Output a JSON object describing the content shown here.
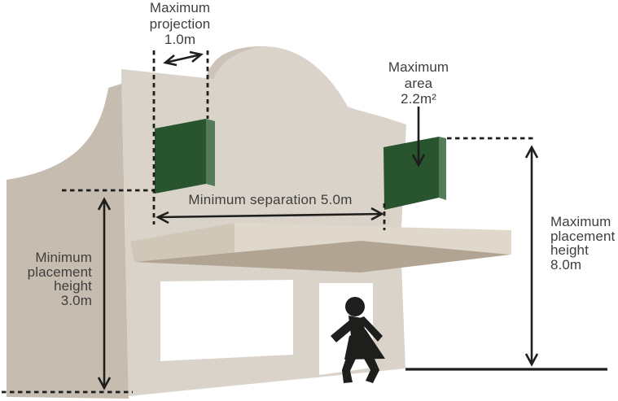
{
  "colors": {
    "background": "#ffffff",
    "facade": "#dad3c9",
    "side_wall": "#c6bdb0",
    "dome_shade": "#cdc4b7",
    "awning_face": "#e0d8cb",
    "awning_end": "#d0c7b9",
    "awning_soffit": "#b1a492",
    "sign_green": "#28542e",
    "sign_green_edge": "#557c5a",
    "opening": "#ffffff",
    "ink": "#1e1e1c",
    "text": "#3f3e3c"
  },
  "diagram": {
    "labels": {
      "max_projection": "Maximum\nprojection\n1.0m",
      "max_area": "Maximum\narea\n2.2m²",
      "min_separation": "Minimum separation 5.0m",
      "min_placement_height": "Minimum\nplacement\nheight\n3.0m",
      "max_placement_height": "Maximum\nplacement\nheight\n8.0m"
    }
  }
}
